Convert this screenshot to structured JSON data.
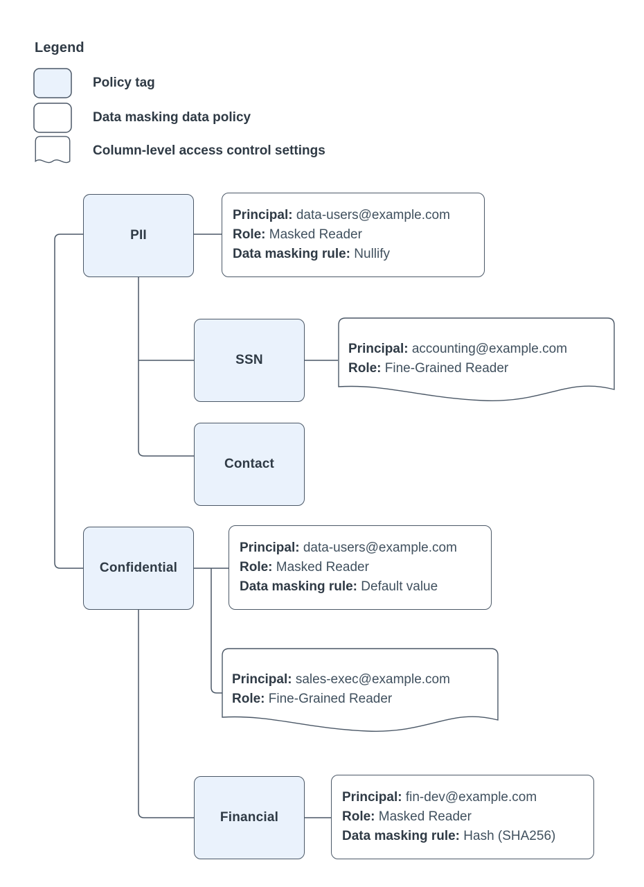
{
  "legend": {
    "title": "Legend",
    "items": [
      {
        "shape": "policy-tag-swatch",
        "label": "Policy tag"
      },
      {
        "shape": "data-masking-policy-swatch",
        "label": "Data masking data policy"
      },
      {
        "shape": "column-access-control-swatch",
        "label": "Column-level access control settings"
      }
    ]
  },
  "colors": {
    "tag_fill": "#eaf2fc",
    "stroke": "#4a5766",
    "text": "#2f3a45",
    "background": "#ffffff"
  },
  "nodes": [
    {
      "id": "pii",
      "label": "PII"
    },
    {
      "id": "ssn",
      "label": "SSN"
    },
    {
      "id": "contact",
      "label": "Contact"
    },
    {
      "id": "confidential",
      "label": "Confidential"
    },
    {
      "id": "financial",
      "label": "Financial"
    }
  ],
  "labels": {
    "principal": "Principal:",
    "role": "Role:",
    "data_masking_rule": "Data masking rule:"
  },
  "policies": [
    {
      "id": "pii-policy",
      "type": "data-masking-data-policy",
      "attached_to": "PII",
      "principal": "data-users@example.com",
      "role": "Masked Reader",
      "data_masking_rule": "Nullify"
    },
    {
      "id": "ssn-policy",
      "type": "column-level-access-control-settings",
      "attached_to": "SSN",
      "principal": "accounting@example.com",
      "role": "Fine-Grained Reader"
    },
    {
      "id": "confidential-policy",
      "type": "data-masking-data-policy",
      "attached_to": "Confidential",
      "principal": "data-users@example.com",
      "role": "Masked Reader",
      "data_masking_rule": "Default value"
    },
    {
      "id": "confidential-access-policy",
      "type": "column-level-access-control-settings",
      "attached_to": "Confidential",
      "principal": "sales-exec@example.com",
      "role": "Fine-Grained Reader"
    },
    {
      "id": "financial-policy",
      "type": "data-masking-data-policy",
      "attached_to": "Financial",
      "principal": "fin-dev@example.com",
      "role": "Masked Reader",
      "data_masking_rule": "Hash (SHA256)"
    }
  ]
}
